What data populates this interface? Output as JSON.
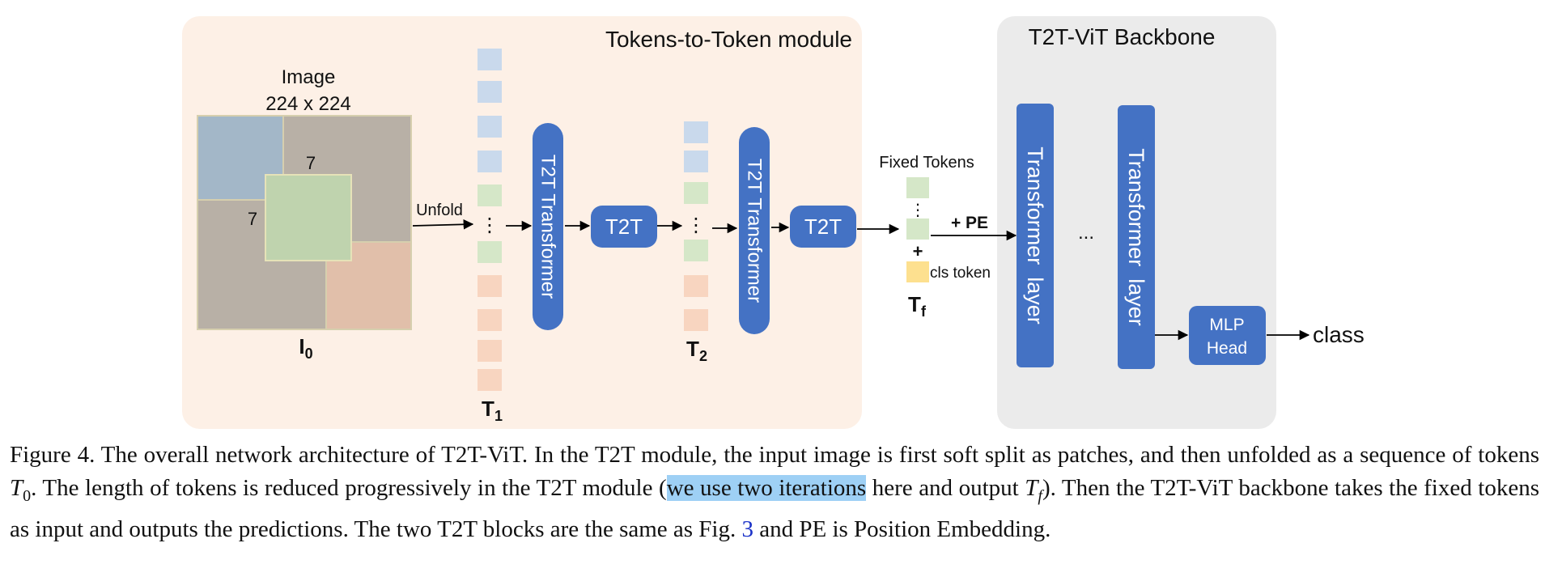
{
  "figure": {
    "t2t_module": {
      "title": "Tokens-to-Token module",
      "image_label_line1": "Image",
      "image_label_line2": "224 x 224",
      "patch_size_top": "7",
      "patch_size_left": "7",
      "unfold_label": "Unfold",
      "io_label": "I",
      "io_sub": "0",
      "t1_label": "T",
      "t1_sub": "1",
      "t2_label": "T",
      "t2_sub": "2",
      "transformer1_label": "T2T Transformer",
      "transformer2_label": "T2T Transformer",
      "t2t1_label": "T2T",
      "t2t2_label": "T2T",
      "dots": "⋮"
    },
    "fixed_tokens": {
      "label": "Fixed Tokens",
      "plus": "+",
      "cls_label": "cls token",
      "tf_label": "T",
      "tf_sub": "f",
      "pe_label": "+ PE"
    },
    "backbone": {
      "title": "T2T-ViT Backbone",
      "layer1_label": "Transformer  layer",
      "layer2_label": "Transformer  layer",
      "ellipsis": "...",
      "mlp_line1": "MLP",
      "mlp_line2": "Head",
      "class_label": "class"
    },
    "colors": {
      "module_bg": "#fdf0e6",
      "backbone_bg": "#ebebeb",
      "block_blue": "#4472c4",
      "token_blue": "#c9d9ec",
      "token_green": "#d5e7c8",
      "token_orange": "#f8d5c0",
      "token_yellow": "#fde08f"
    }
  },
  "caption": {
    "p1": "Figure 4. The overall network architecture of T2T-ViT. In the T2T module, the input image is first soft split as patches, and then unfolded as a sequence of tokens ",
    "m1": "T",
    "m1_sub": "0",
    "p2": ". The length of tokens is reduced progressively in the T2T module (",
    "highlight": "we use two iterations",
    "p3": " here and output ",
    "m2": "T",
    "m2_sub": "f",
    "p4": "). Then the T2T-ViT backbone takes the fixed tokens as input and outputs the predictions. The two T2T blocks are the same as Fig. ",
    "fig_ref": "3",
    "p5": " and PE is Position Embedding."
  }
}
